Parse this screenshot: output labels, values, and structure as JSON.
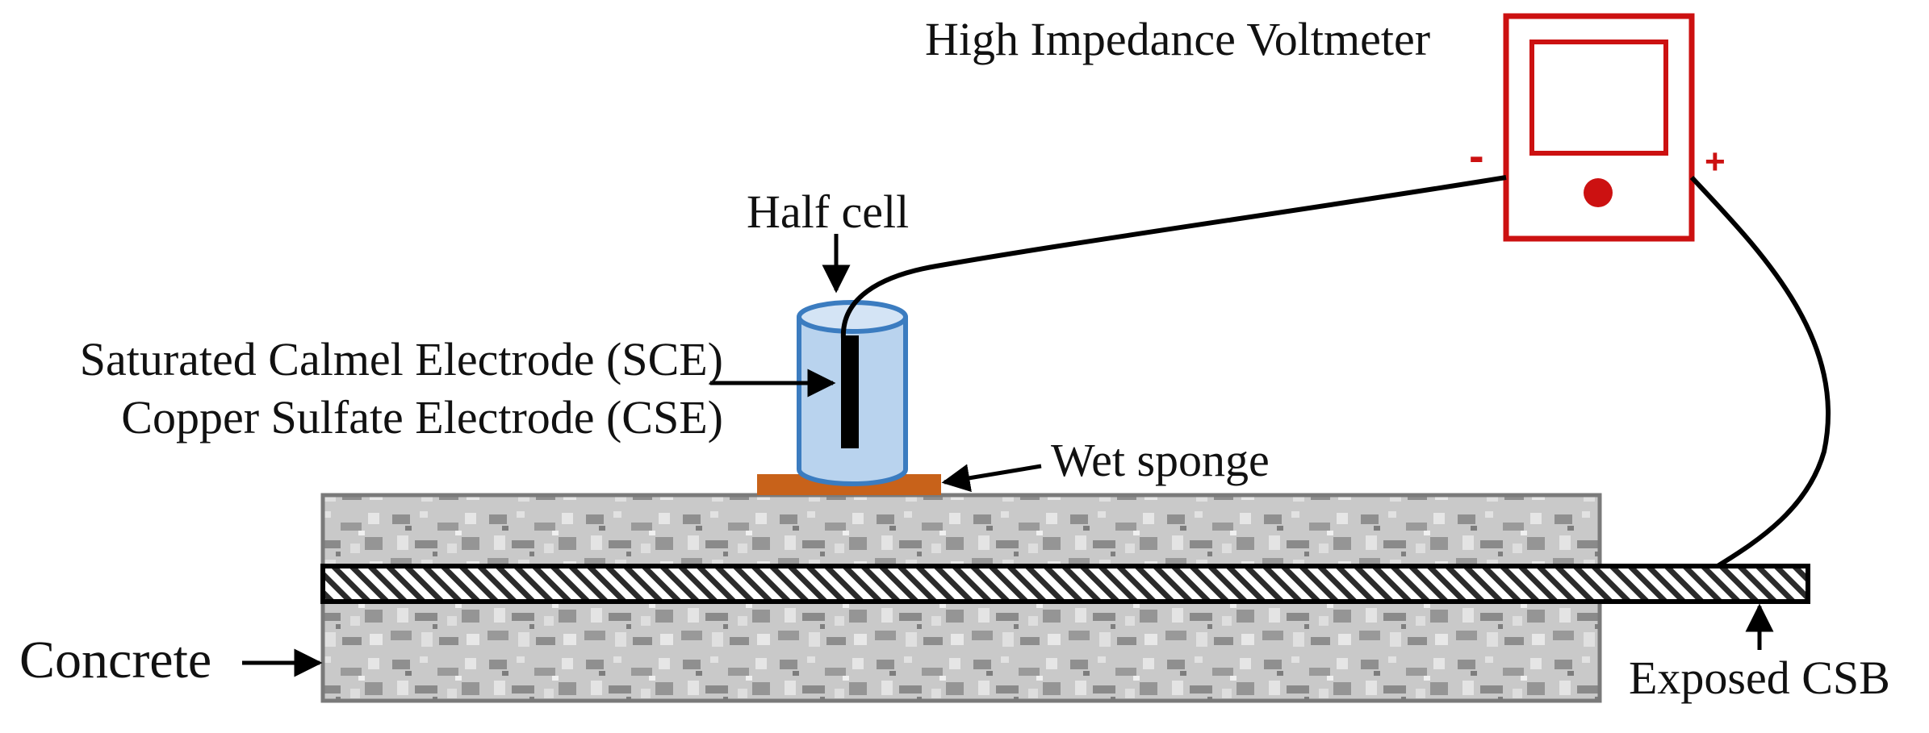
{
  "labels": {
    "voltmeter": "High Impedance Voltmeter",
    "half_cell": "Half cell",
    "sce": "Saturated Calmel Electrode (SCE)",
    "cse": "Copper Sulfate Electrode (CSE)",
    "wet_sponge": "Wet sponge",
    "concrete": "Concrete",
    "exposed_csb": "Exposed CSB"
  },
  "voltmeter": {
    "minus": "-",
    "plus": "+"
  },
  "colors": {
    "voltmeter": "#cc1111",
    "sponge": "#c8621a",
    "cell_fill": "#b9d3ee",
    "cell_stroke": "#3b7cc0",
    "concrete": "#c6c6c6",
    "concrete_border": "#7a7a7a",
    "wire": "#000000"
  }
}
